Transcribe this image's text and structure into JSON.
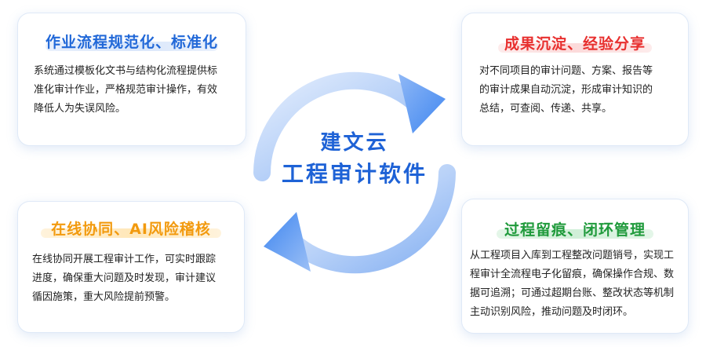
{
  "center": {
    "line1": "建文云",
    "line2": "工程审计软件"
  },
  "colors": {
    "blue_title": "#2168d8",
    "red_title": "#e8302f",
    "orange_title": "#f29a0e",
    "green_title": "#1f9a3b",
    "cycle_light": "#cfe0fb",
    "cycle_mid": "#9cc0f6",
    "arrow_dark": "#3f86f0",
    "center_text": "#1e62d6"
  },
  "cards": {
    "standardization": {
      "title": "作业流程规范化、标准化",
      "lines": [
        "系统通过模板化文书与结构化流程提供标",
        "准化审计作业，严格规范审计操作，有效",
        "降低人为失误风险。"
      ]
    },
    "results": {
      "title": "成果沉淀、经验分享",
      "lines": [
        "对不同项目的审计问题、方案、报告等",
        "的审计成果自动沉淀，形成审计知识的",
        "总结，可查阅、传递、共享。"
      ]
    },
    "collaboration": {
      "title": "在线协同、AI风险稽核",
      "lines": [
        "在线协同开展工程审计工作，可实时跟踪",
        "进度，确保重大问题及时发现，审计建议",
        "循因施策，重大风险提前预警。"
      ]
    },
    "closed_loop": {
      "title": "过程留痕、闭环管理",
      "lines": [
        "从工程项目入库到工程整改问题销号，实现工",
        "程审计全流程电子化留痕，确保操作合规、数",
        "据可追溯；可通过超期台账、整改状态等机制",
        "主动识别风险，推动问题及时闭环。"
      ]
    }
  }
}
